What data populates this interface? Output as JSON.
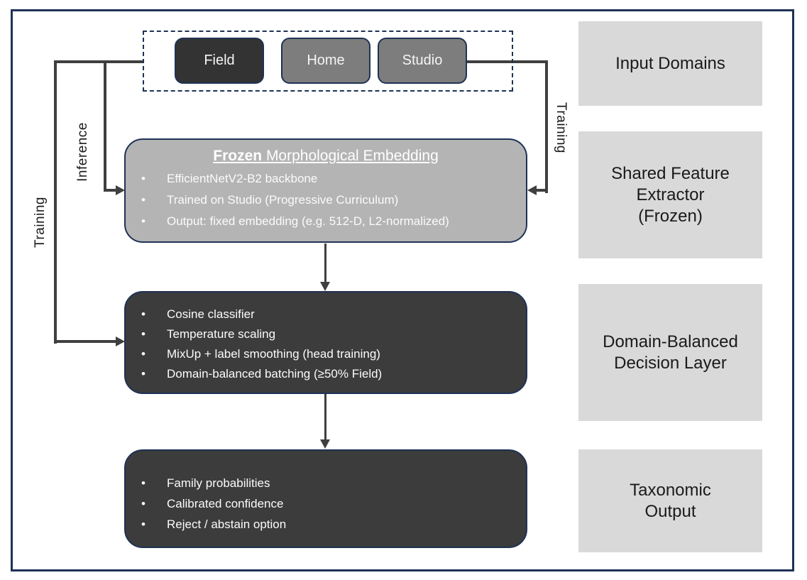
{
  "colors": {
    "frame_border": "#1f3256",
    "shape_border": "#1f3256",
    "connector": "#3f3f3f",
    "field_fill": "#333333",
    "domain_fill": "#7d7d7d",
    "embedding_fill": "#b4b4b4",
    "dark_box_fill": "#3c3c3c",
    "stage_label_fill": "#d9d9d9"
  },
  "domains": {
    "field": "Field",
    "home": "Home",
    "studio": "Studio"
  },
  "edges": {
    "training_left": "Training",
    "inference": "Inference",
    "training_right": "Training"
  },
  "embedding": {
    "title_bold": "Frozen",
    "title_rest": "Morphological Embedding",
    "bullets": [
      "EfficientNetV2-B2 backbone",
      "Trained on Studio (Progressive Curriculum)",
      "Output: fixed embedding (e.g. 512-D, L2-normalized)"
    ]
  },
  "decision": {
    "bullets": [
      "Cosine classifier",
      "Temperature scaling",
      "MixUp + label smoothing (head training)",
      "Domain-balanced batching (≥50% Field)"
    ]
  },
  "output": {
    "bullets": [
      "Family probabilities",
      "Calibrated confidence",
      "Reject / abstain option"
    ]
  },
  "stages": [
    {
      "label": "Input Domains",
      "lines": [
        "Input Domains"
      ]
    },
    {
      "label": "Shared Feature Extractor (Frozen)",
      "lines": [
        "Shared Feature",
        "Extractor",
        "(Frozen)"
      ]
    },
    {
      "label": "Domain-Balanced Decision Layer",
      "lines": [
        "Domain-Balanced",
        "Decision Layer"
      ]
    },
    {
      "label": "Taxonomic Output",
      "lines": [
        "Taxonomic",
        "Output"
      ]
    }
  ]
}
